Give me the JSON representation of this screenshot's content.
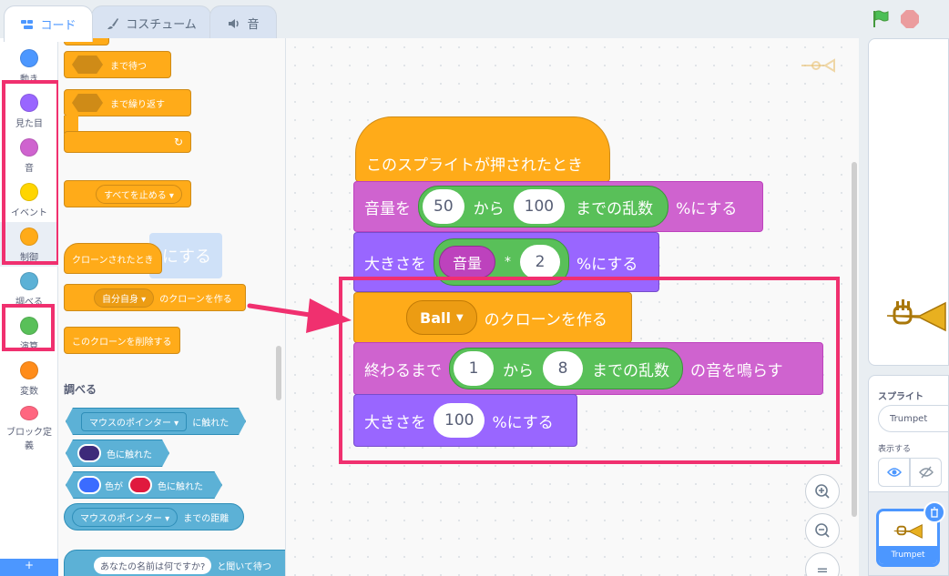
{
  "tabs": [
    {
      "label": "コード",
      "icon": "code-icon",
      "active": true
    },
    {
      "label": "コスチューム",
      "icon": "brush-icon",
      "active": false
    },
    {
      "label": "音",
      "icon": "speaker-icon",
      "active": false
    }
  ],
  "categories": [
    {
      "label": "動き",
      "color": "#4c97ff"
    },
    {
      "label": "見た目",
      "color": "#9966ff"
    },
    {
      "label": "音",
      "color": "#cf63cf"
    },
    {
      "label": "イベント",
      "color": "#ffd500"
    },
    {
      "label": "制御",
      "color": "#ffab19"
    },
    {
      "label": "調べる",
      "color": "#5cb1d6"
    },
    {
      "label": "演算",
      "color": "#59c059"
    },
    {
      "label": "変数",
      "color": "#ff8c1a"
    },
    {
      "label": "ブロック定",
      "label2": "義",
      "color": "#ff6680"
    }
  ],
  "palette": {
    "wait_until": "まで待つ",
    "repeat_until": "まで繰り返す",
    "stop_all": "すべてを止める",
    "when_clone": "クローンされたとき",
    "when_clone_ghost": "にする",
    "create_clone_dd": "自分自身",
    "create_clone": "のクローンを作る",
    "delete_clone": "このクローンを削除する",
    "sensing_title": "調べる",
    "touching_dd": "マウスのポインター",
    "touching": "に触れた",
    "touching_color": "色に触れた",
    "color_touching_1": "色が",
    "color_touching_2": "色に触れた",
    "distance_dd": "マウスのポインター",
    "distance": "までの距離",
    "ask_default": "あなたの名前は何ですか?",
    "ask": "と聞いて待つ"
  },
  "script": {
    "hat": "このスプライトが押されたとき",
    "vol_prefix": "音量を",
    "vol_from": "50",
    "vol_kara": "から",
    "vol_to": "100",
    "vol_rand": "までの乱数",
    "vol_suffix": "%にする",
    "size_prefix": "大きさを",
    "size_reporter": "音量",
    "size_op": "*",
    "size_val": "2",
    "size_suffix": "%にする",
    "clone_dd": "Ball",
    "clone_suffix": "のクローンを作る",
    "play_prefix": "終わるまで",
    "play_from": "1",
    "play_kara": "から",
    "play_to": "8",
    "play_rand": "までの乱数",
    "play_suffix": "の音を鳴らす",
    "size2_prefix": "大きさを",
    "size2_val": "100",
    "size2_suffix": "%にする"
  },
  "sprite_panel": {
    "title": "スプライト",
    "name_value": "Trumpet",
    "show_label": "表示する",
    "sprite_thumb_label": "Trumpet"
  },
  "colors": {
    "highlight": "#f0306f",
    "control": "#ffab19",
    "sound": "#cf63cf",
    "looks": "#9966ff",
    "operators": "#59c059",
    "sensing": "#5cb1d6"
  }
}
